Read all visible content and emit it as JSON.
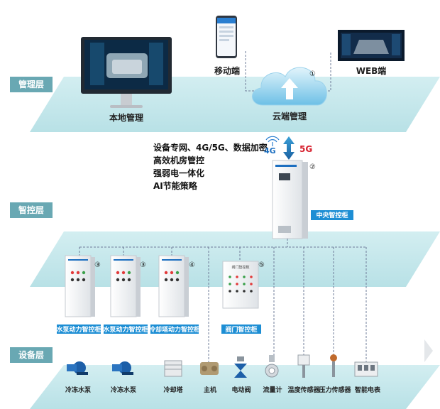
{
  "layers": {
    "management": "管理层",
    "control": "智控层",
    "device": "设备层"
  },
  "management": {
    "local": "本地管理",
    "cloud": "云端管理",
    "mobile": "移动端",
    "web": "WEB端"
  },
  "markers": {
    "m1": "①",
    "m2": "②",
    "m3a": "③",
    "m3b": "③",
    "m4": "④",
    "m5": "⑤"
  },
  "features": [
    "设备专网、4G/5G、数据加密",
    "高效机房管控",
    "强弱电一体化",
    "AI节能策略"
  ],
  "network": {
    "g4": "4G",
    "g5": "5G"
  },
  "cabinets": {
    "central": "中央智控柜",
    "pump1": "水泵动力智控柜",
    "pump2": "水泵动力智控柜",
    "tower": "冷却塔动力智控柜",
    "valve": "阀门智控柜",
    "valve_panel_title": "阀门智控柜"
  },
  "devices": [
    "冷冻水泵",
    "冷冻水泵",
    "冷却塔",
    "主机",
    "电动阀",
    "流量计",
    "温度传感器",
    "压力传感器",
    "智能电表"
  ],
  "colors": {
    "layer_band": "#69a8b3",
    "cabinet_label": "#1d8ed4",
    "platform": "#c7e8ec",
    "connector": "#6f7c99"
  }
}
